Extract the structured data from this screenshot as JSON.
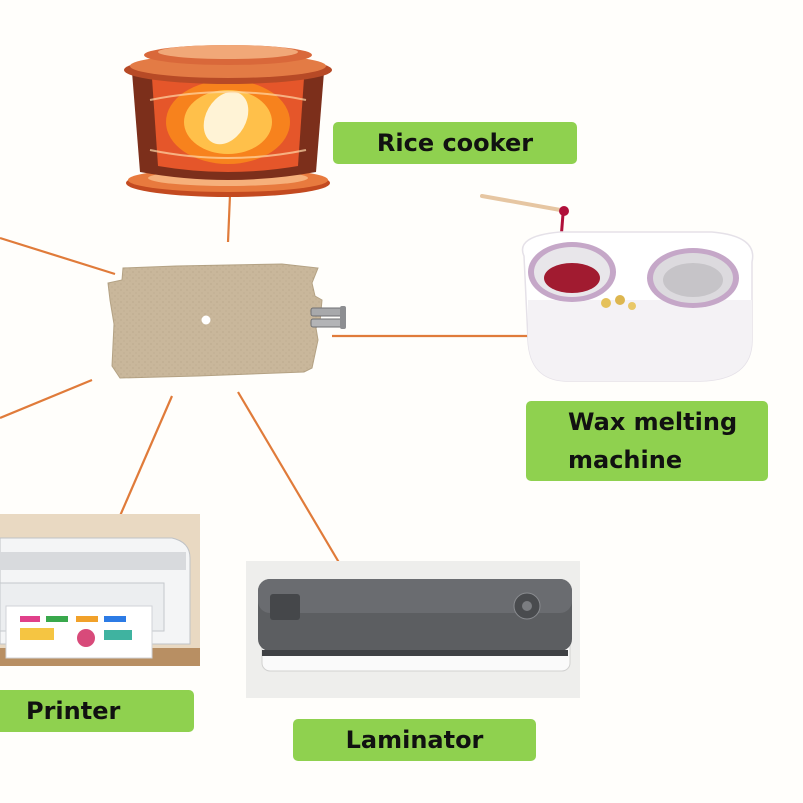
{
  "labels": {
    "rice_cooker": "Rice cooker",
    "wax_melting_machine": "Wax melting\nmachine",
    "printer": "Printer",
    "laminator": "Laminator"
  },
  "colors": {
    "label_background": "#8fd14f",
    "connector": "#e07b3a",
    "mica_sheet": "#c8b497"
  },
  "icons": {
    "center_item": "mica-heating-plate",
    "rice_cooker": "rice-cooker-image",
    "wax_melting_machine": "wax-melter-image",
    "printer": "printer-image",
    "laminator": "laminator-image"
  }
}
